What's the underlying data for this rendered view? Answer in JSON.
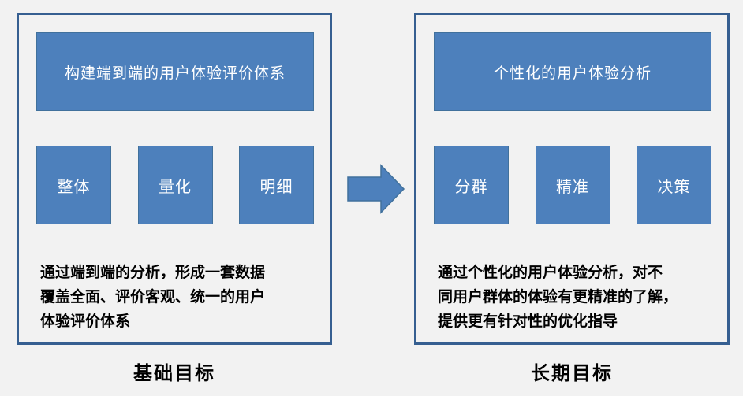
{
  "colors": {
    "background": "#f2f2f2",
    "panel_border": "#365f91",
    "box_fill": "#4d80bc",
    "box_border": "#41719c",
    "box_text": "#ffffff",
    "body_text": "#000000"
  },
  "left": {
    "title": "构建端到端的用户体验评价体系",
    "boxes": [
      "整体",
      "量化",
      "明细"
    ],
    "desc_lines": [
      "通过端到端的分析，形成一套数据",
      "覆盖全面、评价客观、统一的用户",
      "体验评价体系"
    ],
    "label": "基础目标"
  },
  "right": {
    "title": "个性化的用户体验分析",
    "boxes": [
      "分群",
      "精准",
      "决策"
    ],
    "desc_lines": [
      "通过个性化的用户体验分析，对不",
      "同用户群体的体验有更精准的了解，",
      "提供更有针对性的优化指导"
    ],
    "label": "长期目标"
  },
  "arrow": {
    "icon": "block-arrow-right"
  }
}
